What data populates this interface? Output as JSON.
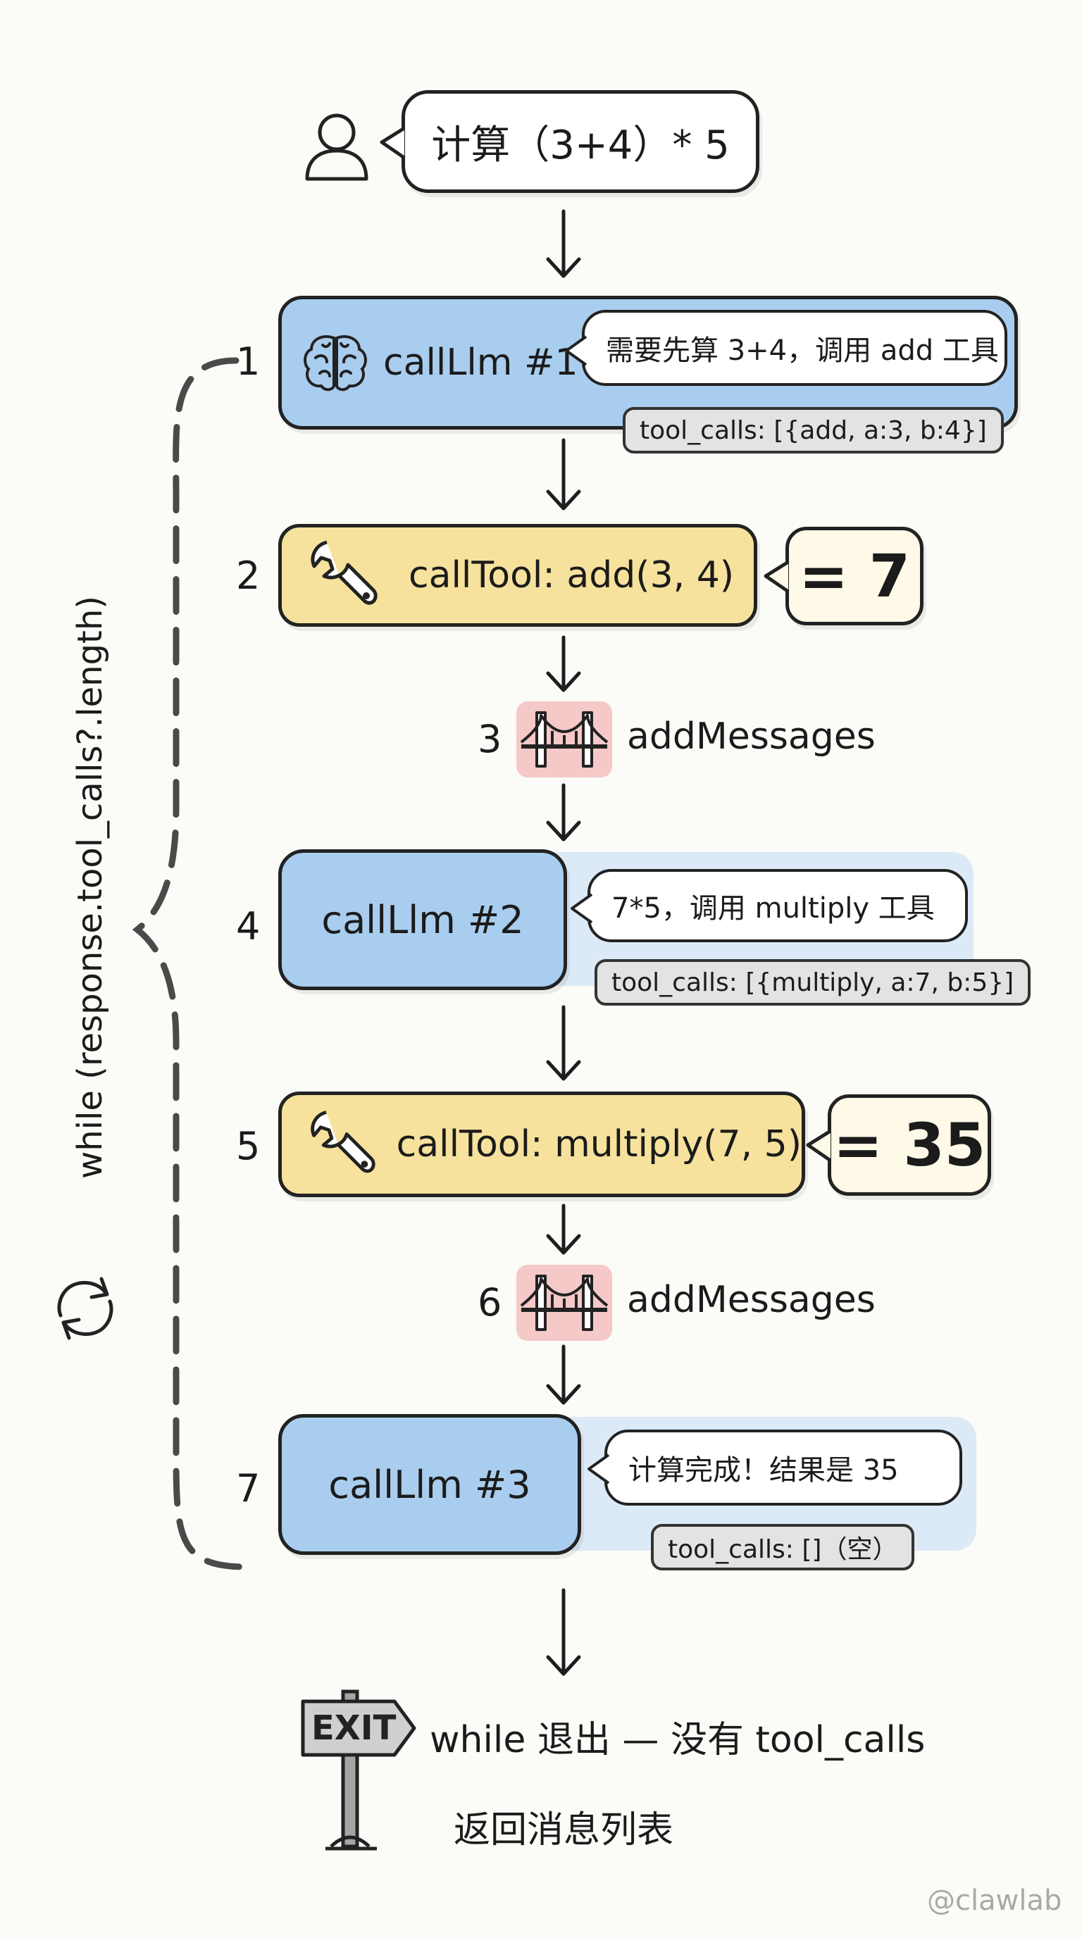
{
  "user_query": "计算（3+4）* 5",
  "loop_label": "while (response.tool_calls?.length)",
  "steps": [
    {
      "num": "1",
      "label": "callLlm #1",
      "note": "需要先算 3+4，调用 add 工具",
      "tool_calls": "tool_calls: [{add, a:3, b:4}]",
      "icon": "brain-icon"
    },
    {
      "num": "2",
      "label": "callTool: add(3, 4)",
      "result": "= 7",
      "icon": "wrench-icon"
    },
    {
      "num": "3",
      "label": "addMessages",
      "icon": "bridge-icon"
    },
    {
      "num": "4",
      "label": "callLlm #2",
      "note": "7*5，调用 multiply 工具",
      "tool_calls": "tool_calls: [{multiply, a:7, b:5}]"
    },
    {
      "num": "5",
      "label": "callTool: multiply(7, 5)",
      "result": "= 35",
      "icon": "wrench-icon"
    },
    {
      "num": "6",
      "label": "addMessages",
      "icon": "bridge-icon"
    },
    {
      "num": "7",
      "label": "callLlm #3",
      "note": "计算完成！结果是 35",
      "tool_calls": "tool_calls: []（空）"
    }
  ],
  "exit": {
    "sign": "EXIT",
    "line1": "while 退出 — 没有 tool_calls",
    "line2": "返回消息列表"
  },
  "watermark": "@clawlab",
  "colors": {
    "llm": "#a9cdee",
    "tool": "#f6e29c",
    "bridge": "#f4c9c7",
    "tag": "#e3e3e3"
  }
}
